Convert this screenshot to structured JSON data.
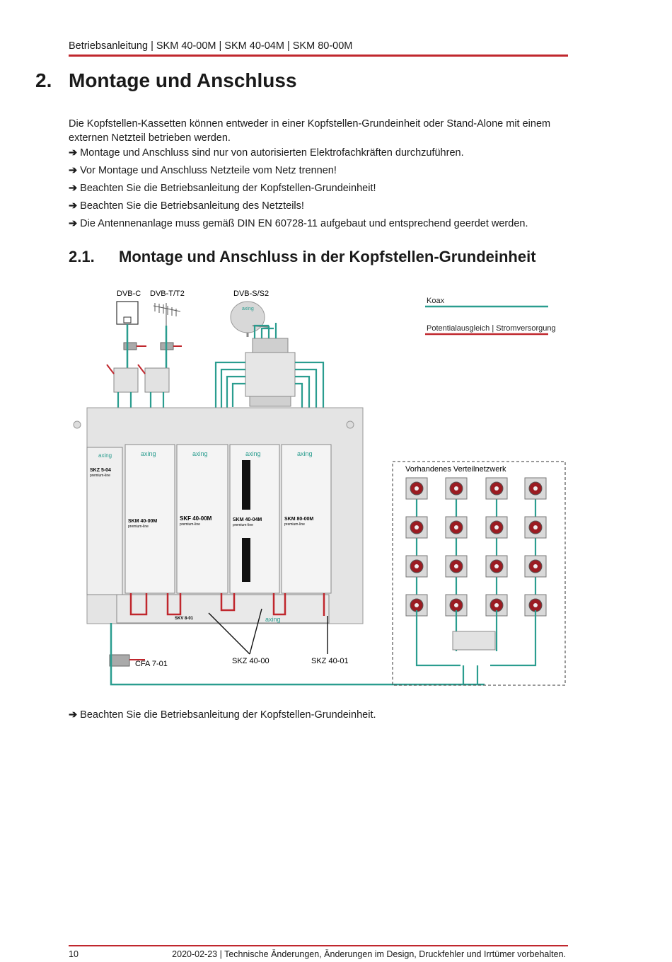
{
  "header": {
    "text": "Betriebsanleitung | SKM 40-00M | SKM 40-04M | SKM 80-00M"
  },
  "section": {
    "number": "2.",
    "title": "Montage und Anschluss"
  },
  "intro": "Die Kopfstellen-Kassetten können entweder in einer Kopfstellen-Grundeinheit oder Stand-Alone mit einem externen Netzteil betrieben werden.",
  "bullets": [
    "Montage und Anschluss sind nur von autorisierten Elektrofachkräften durchzuführen.",
    "Vor Montage und Anschluss Netzteile vom Netz trennen!",
    "Beachten Sie die Betriebsanleitung der Kopfstellen-Grundeinheit!",
    "Beachten Sie die Betriebsanleitung des Netzteils!",
    "Die Antennenanlage muss gemäß DIN EN 60728-11 aufgebaut und entsprechend geerdet werden."
  ],
  "subsection": {
    "number": "2.1.",
    "title": "Montage und Anschluss in der Kopfstellen-Grundeinheit"
  },
  "diagram": {
    "labels": {
      "dvbc": "DVB-C",
      "dvbt": "DVB-T/T2",
      "dvbs": "DVB-S/S2",
      "koax": "Koax",
      "potential": "Potentialausgleich | Stromversorgung",
      "network": "Vorhandenes Verteilnetzwerk",
      "cfa": "CFA 7-01",
      "skz4000": "SKZ 40-00",
      "skz4001": "SKZ 40-01"
    },
    "modules": [
      {
        "brand": "axing",
        "name": "SKZ 5-04",
        "sub": "premium-line"
      },
      {
        "brand": "axing",
        "name": "SKM 40-00M",
        "sub": "premium-line"
      },
      {
        "brand": "axing",
        "name": "SKF 40-00M",
        "sub": "premium-line"
      },
      {
        "brand": "axing",
        "name": "SKM 40-04M",
        "sub": "premium-line"
      },
      {
        "brand": "axing",
        "name": "SKM 80-00M",
        "sub": "premium-line"
      }
    ],
    "base_unit": {
      "brand": "axing",
      "name": "SKV 8-01"
    },
    "dish_brand": "axing",
    "colors": {
      "koax": "#2a9d8f",
      "power": "#c0272d"
    }
  },
  "note": "Beachten Sie die Betriebsanleitung der Kopfstellen-Grundeinheit.",
  "footer": {
    "page": "10",
    "text": "2020-02-23 | Technische Änderungen, Änderungen im Design, Druckfehler und Irrtümer vorbehalten."
  }
}
